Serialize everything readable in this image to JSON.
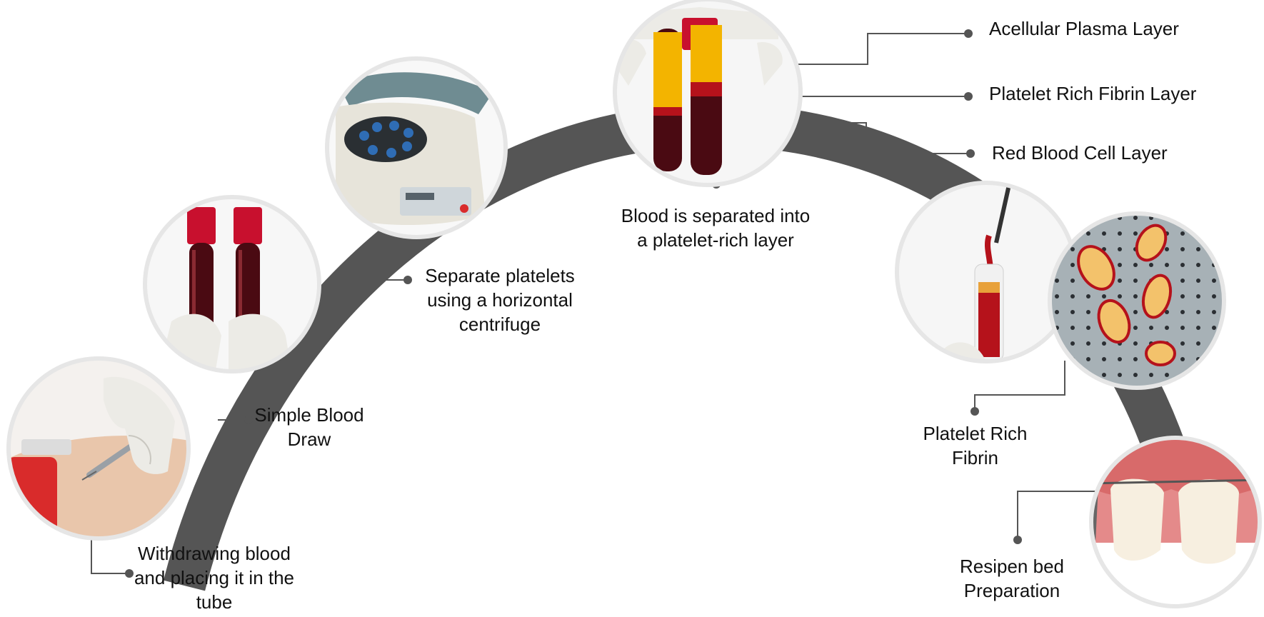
{
  "colors": {
    "arc": "#555555",
    "connector": "#555555",
    "circle_border": "#e6e6e6",
    "blood_dark": "#4a0a12",
    "blood_red": "#b5121b",
    "plasma_yellow": "#f3b400",
    "cap_red": "#c8102e",
    "glove": "#ecebe6",
    "skin": "#e9c6ab",
    "gum": "#d86a6a",
    "tooth": "#f7efe0",
    "centrifuge_body": "#e7e4da",
    "centrifuge_lid": "#6f8c92",
    "rotor_blue": "#2f6db5"
  },
  "steps": [
    {
      "id": "withdraw",
      "icon": "syringe-arm-photo",
      "lines": [
        "Withdrawing blood",
        "and placing it in the",
        "tube"
      ]
    },
    {
      "id": "blood-draw",
      "icon": "blood-tubes-photo",
      "lines": [
        "Simple Blood",
        "Draw"
      ]
    },
    {
      "id": "centrifuge",
      "icon": "centrifuge-photo",
      "lines": [
        "Separate platelets",
        "using a horizontal",
        "centrifuge"
      ]
    },
    {
      "id": "separation",
      "icon": "separated-tubes-photo",
      "lines": [
        "Blood is separated into",
        "a platelet-rich layer"
      ]
    },
    {
      "id": "prf",
      "icon": "prf-membrane-photo",
      "lines": [
        "Platelet Rich",
        "Fibrin"
      ]
    },
    {
      "id": "recipient",
      "icon": "gum-teeth-photo",
      "lines": [
        "Resipen bed",
        "Preparation"
      ]
    }
  ],
  "layers": [
    {
      "id": "plasma",
      "label": "Acellular Plasma Layer"
    },
    {
      "id": "fibrin",
      "label": "Platelet Rich Fibrin Layer"
    },
    {
      "id": "rbc",
      "label": "Red Blood Cell Layer"
    }
  ]
}
